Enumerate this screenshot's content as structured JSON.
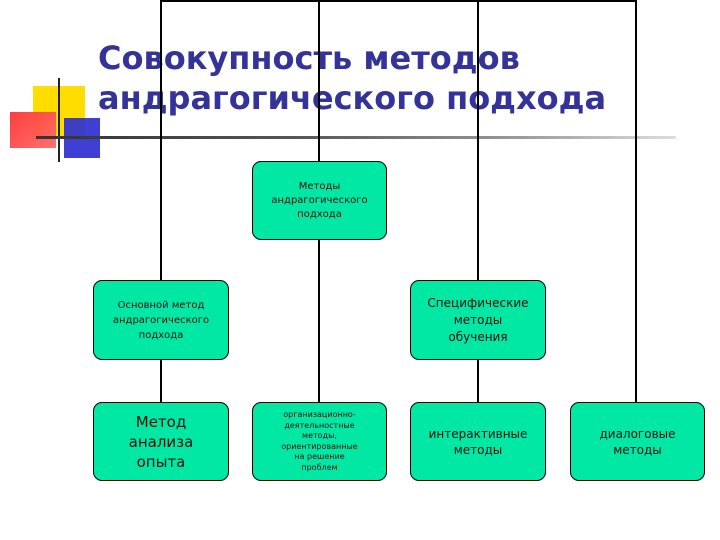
{
  "title": {
    "line1": "Совокупность методов",
    "line2": "андрагогического подхода"
  },
  "nodes": {
    "top": {
      "line1": "Методы",
      "line2": "андрагогического",
      "line3": "подхода"
    },
    "basic": {
      "line1": "Основной метод",
      "line2": "андрагогического",
      "line3": "подхода"
    },
    "specific": {
      "line1": "Специфические",
      "line2": "методы",
      "line3": "обучения"
    },
    "experience": {
      "line1": "Метод",
      "line2": "анализа",
      "line3": "опыта"
    },
    "org": {
      "line1": "организационно-",
      "line2": "деятельностные",
      "line3": "методы,",
      "line4": "ориентированные",
      "line5": "на решение",
      "line6": "проблем"
    },
    "interactive": {
      "line1": "интерактивные",
      "line2": "методы"
    },
    "dialog": {
      "line1": "диалоговые",
      "line2": "методы"
    }
  },
  "colors": {
    "title": "#333399",
    "node_fill": "#00e8a3",
    "line": "#000000"
  }
}
